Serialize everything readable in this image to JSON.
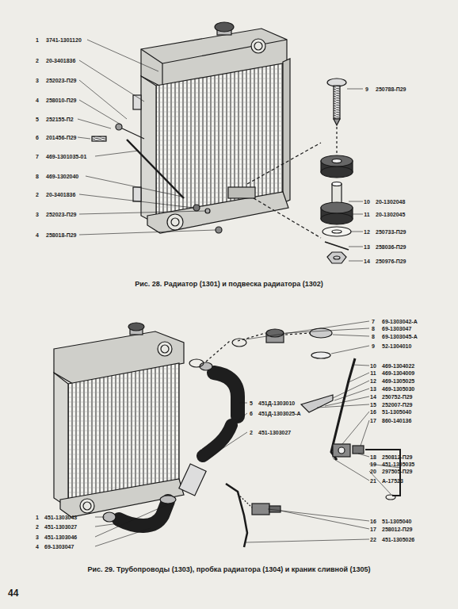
{
  "diagram": {
    "labels": [
      "1",
      "3741-1301120",
      "2",
      "20-3401836",
      "3",
      "252023-П29",
      "4",
      "258010-П29",
      "5",
      "252155-П2",
      "6",
      "201456-П29",
      "7",
      "469-1301035-01",
      "8",
      "469-1302040",
      "2",
      "20-3401836",
      "3",
      "252023-П29",
      "4",
      "258018-П29",
      "9",
      "250788-П29",
      "10",
      "20-1302048",
      "11",
      "20-1302045",
      "12",
      "250733-П29",
      "13",
      "258036-П29",
      "14",
      "250976-П29",
      "Рис. 28. Радиатор (1301) и подвеска радиатора (1302)",
      "7",
      "69-1303042-А",
      "8",
      "69-1303047",
      "8",
      "69-1303045-А",
      "9",
      "52-1304010",
      "10",
      "469-1304022",
      "11",
      "469-1304009",
      "12",
      "469-1305025",
      "13",
      "469-1305030",
      "14",
      "250752-П29",
      "15",
      "252007-П29",
      "16",
      "51-1305040",
      "17",
      "860-140136",
      "18",
      "250812-П29",
      "19",
      "451-1305035",
      "20",
      "297505-П29",
      "21",
      "А-17523",
      "5",
      "451Д-1303010",
      "6",
      "451Д-1303025-А",
      "2",
      "451-1303027",
      "1",
      "451-1303043",
      "2",
      "451-1303027",
      "3",
      "451-1303046",
      "4",
      "69-1303047",
      "16",
      "51-1305040",
      "17",
      "258012-П29",
      "22",
      "451-1305026",
      "Рис. 29. Трубопроводы (1303), пробка радиатора (1304) и краник сливной (1305)",
      "44"
    ]
  }
}
